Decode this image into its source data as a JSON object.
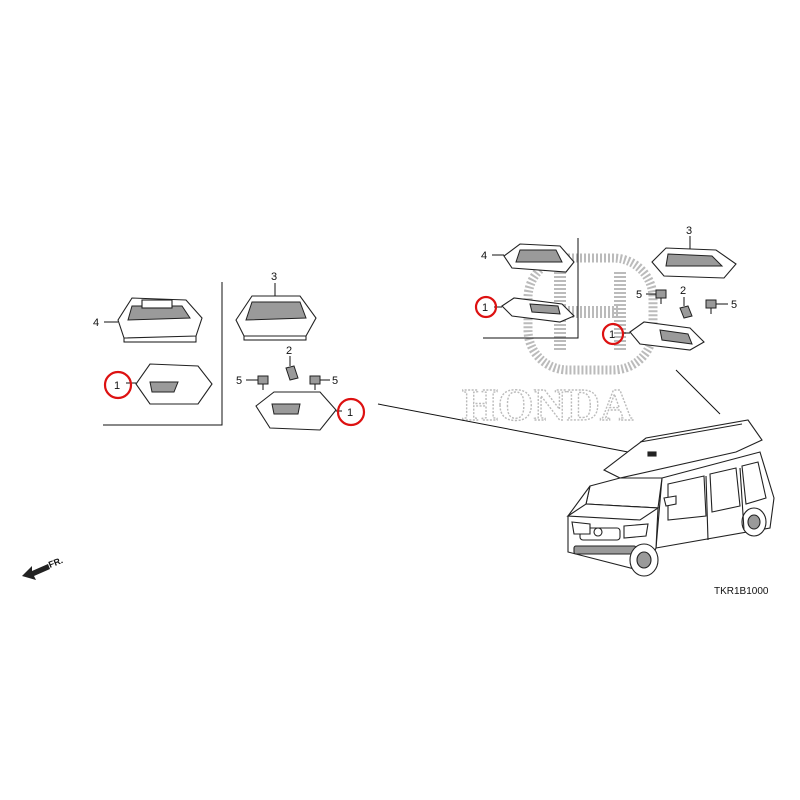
{
  "diagram": {
    "code": "TKR1B1000",
    "front_marker": "FR.",
    "watermark": "HONDA",
    "callouts": [
      {
        "id": "c4a",
        "text": "4"
      },
      {
        "id": "c1a",
        "text": "1"
      },
      {
        "id": "c3a",
        "text": "3"
      },
      {
        "id": "c2a",
        "text": "2"
      },
      {
        "id": "c5a",
        "text": "5"
      },
      {
        "id": "c5b",
        "text": "5"
      },
      {
        "id": "c1b",
        "text": "1"
      },
      {
        "id": "c4b",
        "text": "4"
      },
      {
        "id": "c1c",
        "text": "1"
      },
      {
        "id": "c3b",
        "text": "3"
      },
      {
        "id": "c5c",
        "text": "5"
      },
      {
        "id": "c2b",
        "text": "2"
      },
      {
        "id": "c5d",
        "text": "5"
      },
      {
        "id": "c1d",
        "text": "1"
      }
    ],
    "colors": {
      "highlight": "#d11111",
      "line": "#111111",
      "watermark": "#bbbbbb"
    }
  }
}
